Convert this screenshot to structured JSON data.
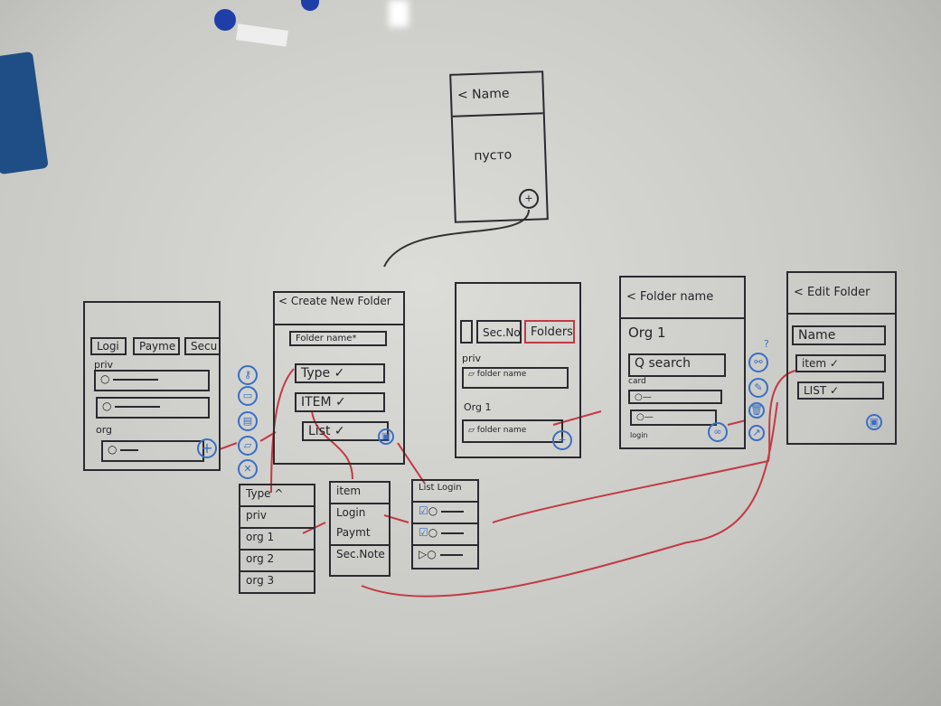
{
  "top_screen": {
    "title": "< Name",
    "empty_text": "пусто",
    "add_icon": "plus-circle-icon"
  },
  "screen_list": {
    "tabs": [
      "Logi",
      "Payme",
      "Secu"
    ],
    "section_priv": "priv",
    "section_org": "org"
  },
  "side_icons": [
    "key-icon",
    "card-icon",
    "id-card-icon",
    "folder-icon",
    "close-icon"
  ],
  "screen_create": {
    "title": "< Create New Folder",
    "folder_name": "Folder name*",
    "type": "Type ✓",
    "item": "ITEM ✓",
    "list": "List ✓"
  },
  "screen_folders": {
    "tab_secnote": "Sec.No",
    "tab_folders": "Folders",
    "section_priv": "priv",
    "folder1": "folder name",
    "section_org": "Org 1",
    "folder2": "folder name"
  },
  "screen_folder": {
    "title": "< Folder name",
    "org": "Org 1",
    "search": "Q search",
    "card": "card",
    "login": "login"
  },
  "folder_actions": {
    "question": "?"
  },
  "screen_edit": {
    "title": "< Edit Folder",
    "name": "Name",
    "item": "item ✓",
    "list": "LIST ✓"
  },
  "type_dropdown": {
    "items": [
      "Type ^",
      "priv",
      "org 1",
      "org 2",
      "org 3"
    ]
  },
  "item_dropdown": {
    "items": [
      "item",
      "Login",
      "Paymt",
      "Sec.Note"
    ]
  },
  "list_dropdown": {
    "title": "List Login"
  },
  "colors": {
    "marker": "#2a2a30",
    "blue": "#3a6fc4",
    "red": "#c23a45"
  }
}
